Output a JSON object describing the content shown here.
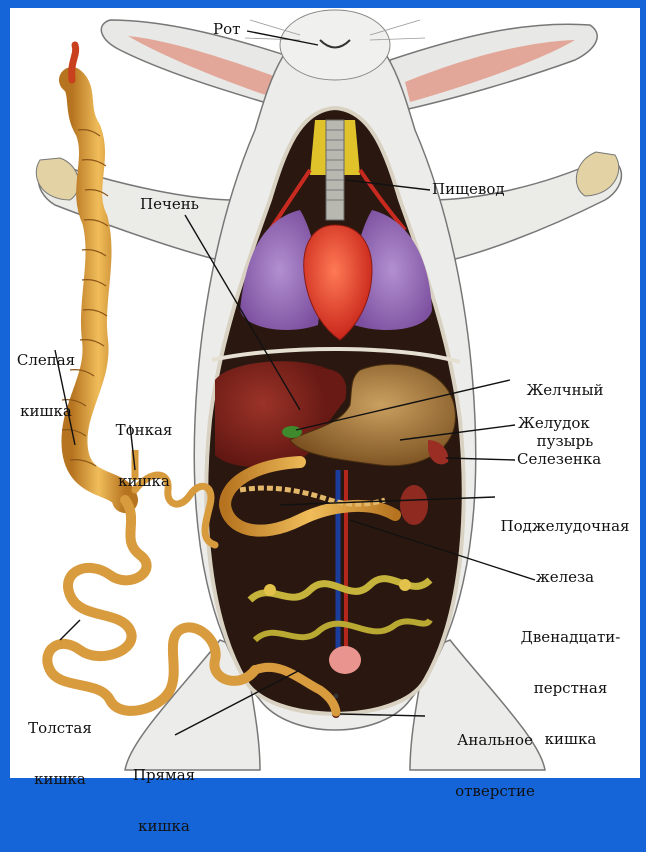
{
  "colors": {
    "frame": "#1565d8",
    "fur": "#e9e9e6",
    "cavity": "#231410",
    "lungs": "#8f64b2",
    "heart": "#e9432b",
    "liver": "#7a1f19",
    "stomach": "#a0712e",
    "intestine": "#d79a3d",
    "label_text": "#111111"
  },
  "labels": {
    "mouth": "Рот",
    "esophagus": "Пищевод",
    "liver": "Печень",
    "caecum_1": "Слепая",
    "caecum_2": "кишка",
    "gallbladder_1": "Желчный",
    "gallbladder_2": "пузырь",
    "small_int_1": "Тонкая",
    "small_int_2": "кишка",
    "stomach": "Желудок",
    "spleen": "Селезенка",
    "pancreas_1": "Поджелудочная",
    "pancreas_2": "железа",
    "duodenum_1": "Двенадцати-",
    "duodenum_2": "перстная",
    "duodenum_3": "кишка",
    "colon_1": "Толстая",
    "colon_2": "кишка",
    "rectum_1": "Прямая",
    "rectum_2": "кишка",
    "anus_1": "Анальное",
    "anus_2": "отверстие"
  }
}
